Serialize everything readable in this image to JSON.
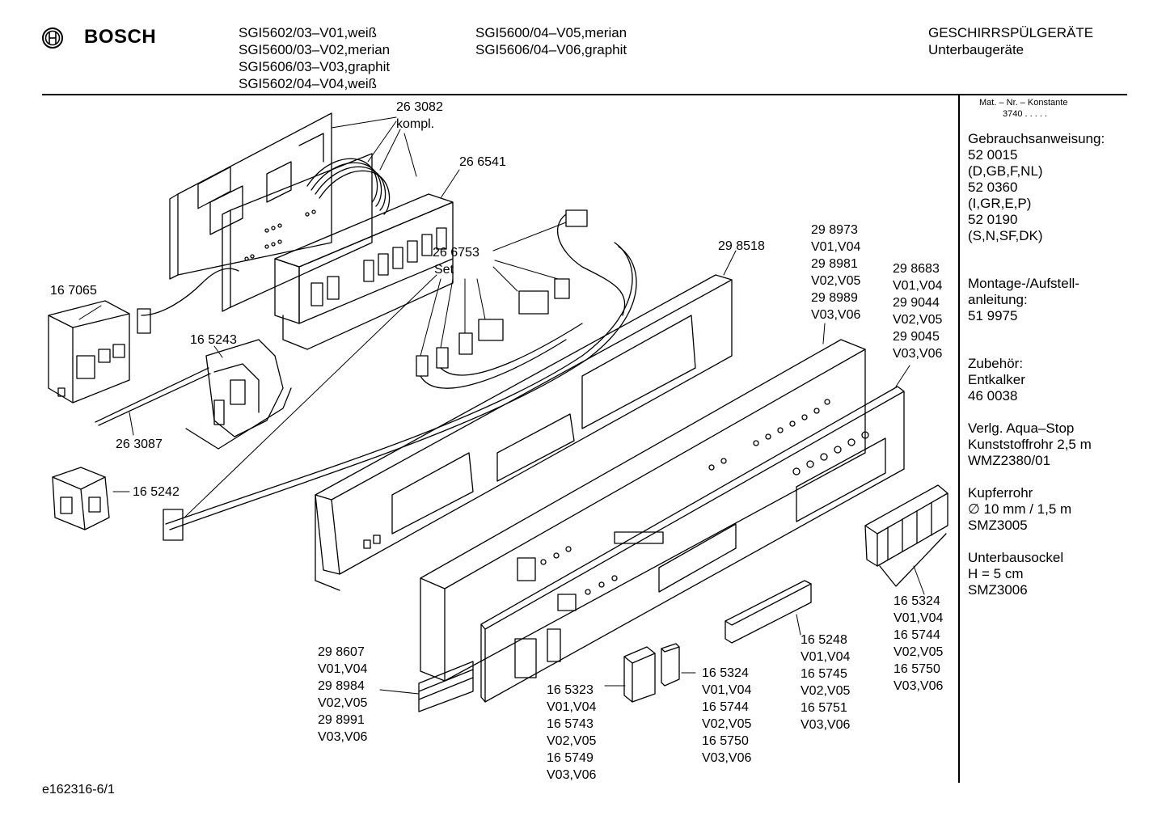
{
  "header": {
    "brand": "BOSCH",
    "models_left": [
      "SGI5602/03–V01,weiß",
      "SGI5600/03–V02,merian",
      "SGI5606/03–V03,graphit",
      "SGI5602/04–V04,weiß"
    ],
    "models_right": [
      "SGI5600/04–V05,merian",
      "SGI5606/04–V06,graphit"
    ],
    "category": "GESCHIRRSPÜLGERÄTE",
    "subcategory": "Unterbaugeräte"
  },
  "sidebar": {
    "matnr_label": "Mat. – Nr. – Konstante",
    "matnr_value": "3740  .  .  .  .  .",
    "blocks": [
      {
        "lines": [
          "Gebrauchsanweisung:",
          "52 0015",
          "(D,GB,F,NL)",
          "52 0360",
          "(I,GR,E,P)",
          "52 0190",
          "(S,N,SF,DK)"
        ]
      },
      {
        "lines": [
          "Montage-/Aufstell-",
          "anleitung:",
          "51 9975"
        ]
      },
      {
        "lines": [
          "Zubehör:",
          "Entkalker",
          "46 0038"
        ]
      },
      {
        "lines": [
          "Verlg. Aqua–Stop",
          "Kunststoffrohr 2,5 m",
          "WMZ2380/01"
        ]
      },
      {
        "lines": [
          "Kupferrohr",
          "∅ 10 mm / 1,5 m",
          "SMZ3005"
        ]
      },
      {
        "lines": [
          "Unterbausockel",
          "H = 5 cm",
          "SMZ3006"
        ]
      }
    ]
  },
  "parts": {
    "p263082": [
      "26 3082",
      "kompl."
    ],
    "p266541": [
      "26 6541"
    ],
    "p266753": [
      "26 6753",
      "Set"
    ],
    "p298518": [
      "29 8518"
    ],
    "p167065": [
      "16 7065"
    ],
    "p165243": [
      "16 5243"
    ],
    "p263087": [
      "26 3087"
    ],
    "p165242": [
      "16 5242"
    ],
    "p298973": [
      "29 8973",
      "V01,V04",
      "29 8981",
      "V02,V05",
      "29 8989",
      "V03,V06"
    ],
    "p298683": [
      "29 8683",
      "V01,V04",
      "29 9044",
      "V02,V05",
      "29 9045",
      "V03,V06"
    ],
    "p165324r": [
      "16 5324",
      "V01,V04",
      "16 5744",
      "V02,V05",
      "16 5750",
      "V03,V06"
    ],
    "p165248": [
      "16 5248",
      "V01,V04",
      "16 5745",
      "V02,V05",
      "16 5751",
      "V03,V06"
    ],
    "p165324m": [
      "16 5324",
      "V01,V04",
      "16 5744",
      "V02,V05",
      "16 5750",
      "V03,V06"
    ],
    "p165323": [
      "16 5323",
      "V01,V04",
      "16 5743",
      "V02,V05",
      "16 5749",
      "V03,V06"
    ],
    "p298607": [
      "29 8607",
      "V01,V04",
      "29 8984",
      "V02,V05",
      "29 8991",
      "V03,V06"
    ]
  },
  "footer": {
    "doc_id": "e162316-6/1"
  }
}
